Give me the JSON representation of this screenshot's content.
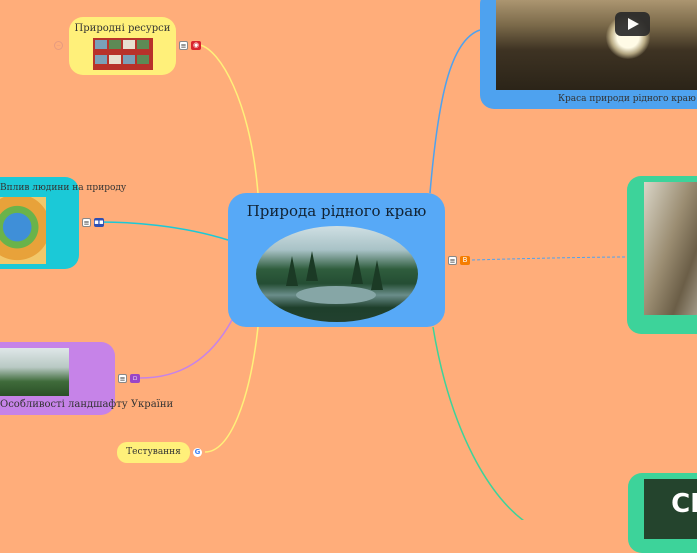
{
  "canvas_background": "#FFAD7A",
  "nodes": {
    "center": {
      "title": "Природа рідного краю",
      "color": "#57A9F7"
    },
    "resources": {
      "label": "Природні ресурси",
      "color": "#FFF07A"
    },
    "influence": {
      "label": "Вплив людини на природу",
      "color": "#1BC9D7"
    },
    "landscape": {
      "label": "Особливості ландшафту України",
      "color": "#C683E8"
    },
    "testing": {
      "label": "Тестування",
      "color": "#FFF07A"
    },
    "beauty": {
      "label": "Краса природи рідного краю",
      "color": "#4EA2EF"
    },
    "hedgehog": {
      "color": "#3DD39A"
    },
    "sv": {
      "text": "СВ",
      "color": "#3DD39A"
    }
  },
  "icons": {
    "notes": "notes-icon",
    "collapse": "minus",
    "google": "G"
  }
}
